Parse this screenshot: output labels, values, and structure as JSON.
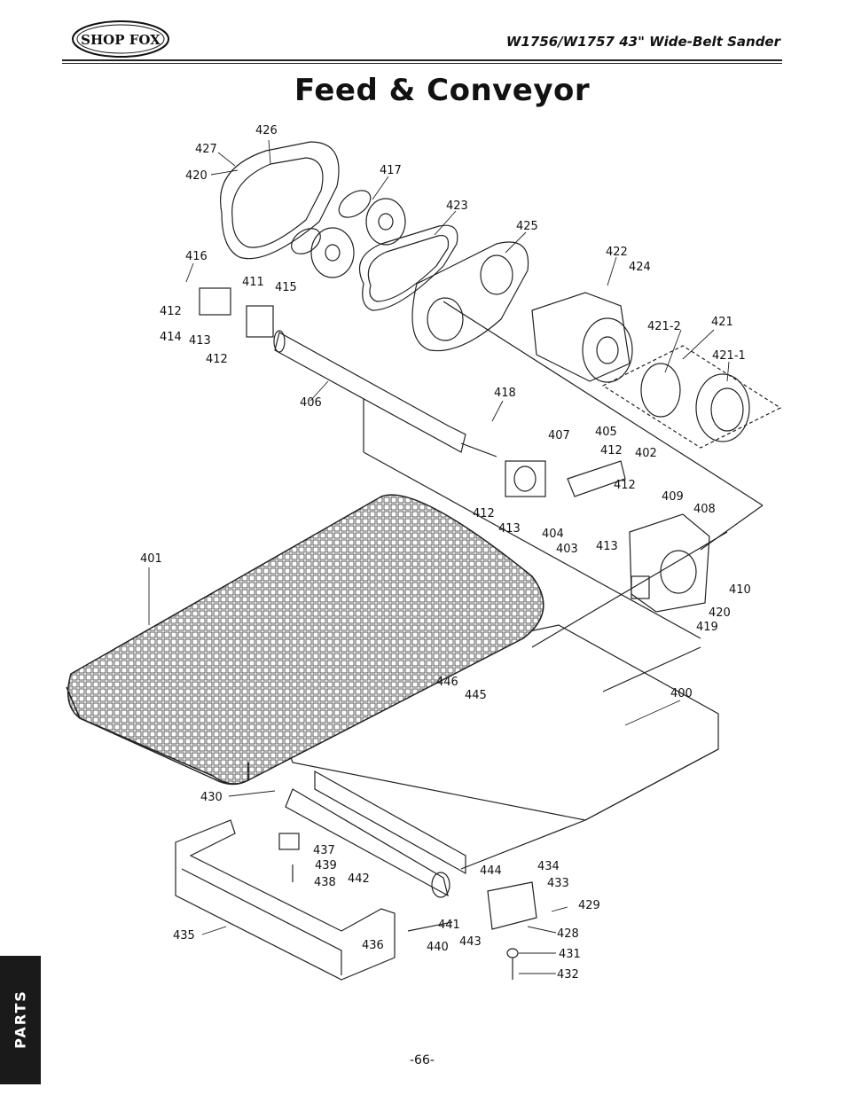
{
  "header": {
    "logo_text": "SHOP FOX",
    "model_title": "W1756/W1757 43\" Wide-Belt Sander"
  },
  "page_title": "Feed & Conveyor",
  "side_tab": "PARTS",
  "page_number": "-66-",
  "callouts": [
    "426",
    "427",
    "420",
    "417",
    "423",
    "425",
    "416",
    "411",
    "415",
    "422",
    "424",
    "412",
    "414",
    "413",
    "412",
    "421-2",
    "421",
    "421-1",
    "406",
    "418",
    "407",
    "405",
    "412",
    "402",
    "412",
    "409",
    "408",
    "412",
    "413",
    "404",
    "403",
    "413",
    "401",
    "410",
    "420",
    "419",
    "446",
    "445",
    "400",
    "430",
    "437",
    "439",
    "438",
    "442",
    "444",
    "434",
    "433",
    "429",
    "441",
    "428",
    "435",
    "436",
    "440",
    "443",
    "431",
    "432"
  ],
  "colors": {
    "ink": "#111111",
    "tab": "#1a1a1a"
  }
}
